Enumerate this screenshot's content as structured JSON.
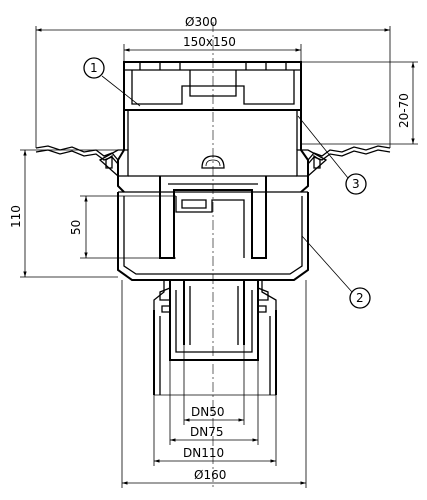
{
  "dimensions": {
    "overall_width": "Ø300",
    "grate_size": "150x150",
    "height_adjust": "20-70",
    "total_height": "110",
    "body_height": "50",
    "dn50": "DN50",
    "dn75": "DN75",
    "dn110": "DN110",
    "outer_diameter": "Ø160"
  },
  "callouts": [
    "1",
    "2",
    "3"
  ]
}
